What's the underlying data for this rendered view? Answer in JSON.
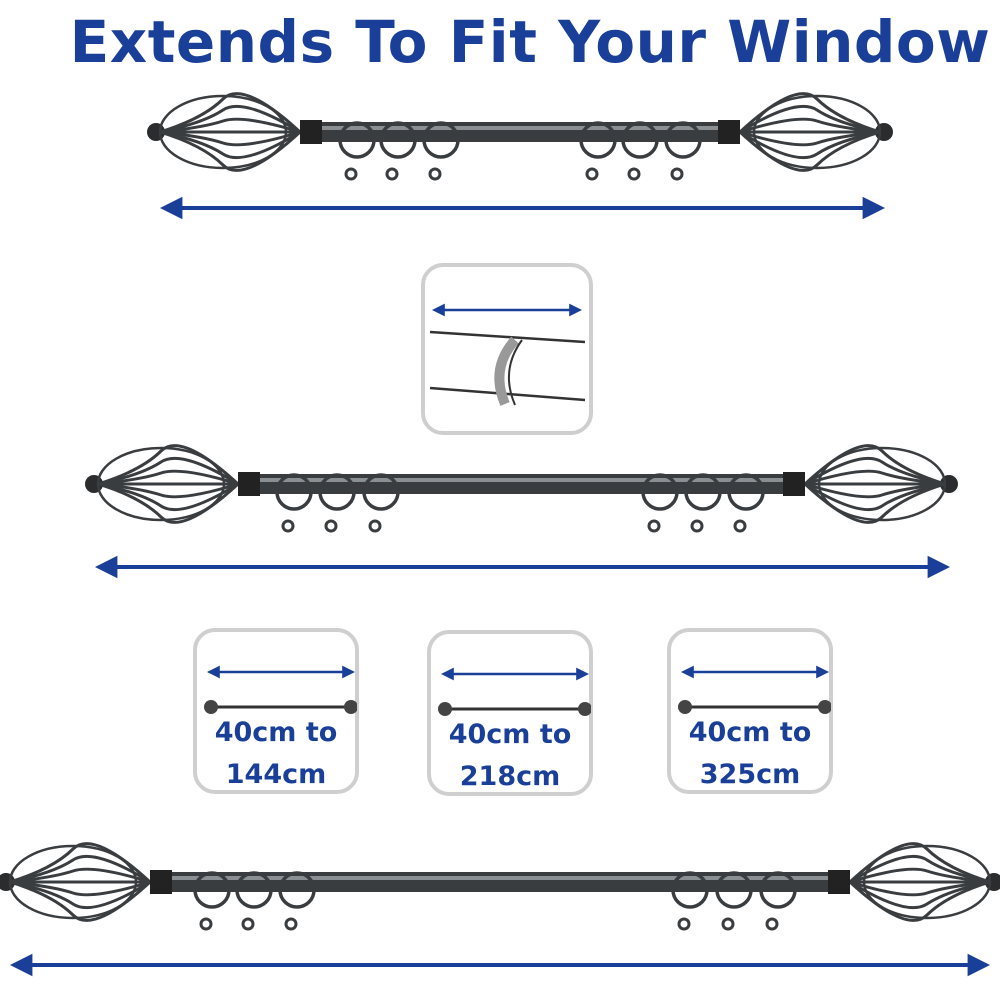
{
  "title": "Extends To Fit Your Window",
  "colors": {
    "accent": "#1a3f99",
    "rod": "#3a3d40",
    "border": "#cfcfcf"
  },
  "size_options": [
    {
      "line1": "40cm to",
      "line2": "144cm"
    },
    {
      "line1": "40cm to",
      "line2": "218cm"
    },
    {
      "line1": "40cm to",
      "line2": "325cm"
    }
  ]
}
